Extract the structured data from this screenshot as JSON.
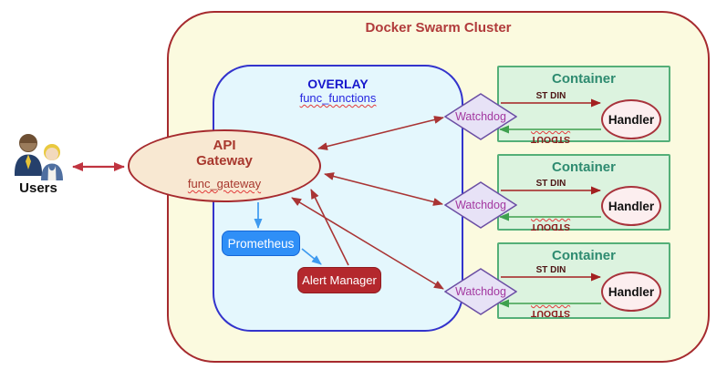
{
  "users": {
    "label": "Users",
    "icon": "two-people-icon"
  },
  "cluster": {
    "title": "Docker Swarm Cluster",
    "fill": "#FBFADF",
    "border_color": "#A62A2E"
  },
  "overlay": {
    "title": "OVERLAY",
    "subtitle": "func_functions",
    "fill": "#E4F7FD",
    "border_color": "#3333CC"
  },
  "gateway": {
    "title_line1": "API",
    "title_line2": "Gateway",
    "subtitle": "func_gateway",
    "fill": "#F8E8D2",
    "border_color": "#A62A2E"
  },
  "monitoring": {
    "prometheus_label": "Prometheus",
    "prometheus_fill": "#2F8FF7",
    "alert_manager_label": "Alert Manager",
    "alert_manager_fill": "#B4282D"
  },
  "containers": [
    {
      "title": "Container",
      "watchdog_label": "Watchdog",
      "handler_label": "Handler",
      "stdin_label": "ST DIN",
      "stdout_label": "STDOUT"
    },
    {
      "title": "Container",
      "watchdog_label": "Watchdog",
      "handler_label": "Handler",
      "stdin_label": "ST DIN",
      "stdout_label": "STDOUT"
    },
    {
      "title": "Container",
      "watchdog_label": "Watchdog",
      "handler_label": "Handler",
      "stdin_label": "ST DIN",
      "stdout_label": "STDOUT"
    }
  ],
  "connections": [
    {
      "from": "users",
      "to": "api-gateway",
      "direction": "bidirectional",
      "color": "#C03440"
    },
    {
      "from": "api-gateway",
      "to": "watchdog-1",
      "direction": "bidirectional",
      "color": "#A93434"
    },
    {
      "from": "api-gateway",
      "to": "watchdog-2",
      "direction": "bidirectional",
      "color": "#A93434"
    },
    {
      "from": "api-gateway",
      "to": "watchdog-3",
      "direction": "bidirectional",
      "color": "#A93434"
    },
    {
      "from": "api-gateway",
      "to": "prometheus",
      "direction": "one-way",
      "color": "#3E9AEF"
    },
    {
      "from": "prometheus",
      "to": "alert-manager",
      "direction": "one-way",
      "color": "#3E9AEF"
    },
    {
      "from": "alert-manager",
      "to": "api-gateway",
      "direction": "one-way",
      "color": "#A93434"
    },
    {
      "from": "watchdog-1",
      "to": "handler-1",
      "label": "ST DIN",
      "direction": "one-way",
      "color": "#A32020"
    },
    {
      "from": "handler-1",
      "to": "watchdog-1",
      "label": "STDOUT",
      "direction": "one-way",
      "color": "#3FA04F"
    },
    {
      "from": "watchdog-2",
      "to": "handler-2",
      "label": "ST DIN",
      "direction": "one-way",
      "color": "#A32020"
    },
    {
      "from": "handler-2",
      "to": "watchdog-2",
      "label": "STDOUT",
      "direction": "one-way",
      "color": "#3FA04F"
    },
    {
      "from": "watchdog-3",
      "to": "handler-3",
      "label": "ST DIN",
      "direction": "one-way",
      "color": "#A32020"
    },
    {
      "from": "handler-3",
      "to": "watchdog-3",
      "label": "STDOUT",
      "direction": "one-way",
      "color": "#3FA04F"
    }
  ],
  "colors": {
    "watchdog_fill": "#E7E2F6",
    "watchdog_border": "#6B4EA4",
    "watchdog_text": "#A338A0",
    "handler_fill": "#FCEEEF",
    "handler_border": "#A8333C",
    "container_fill": "#DCF3DF",
    "container_border": "#54AF78",
    "container_title": "#2E8B70",
    "squiggle": "#E23B3B"
  }
}
